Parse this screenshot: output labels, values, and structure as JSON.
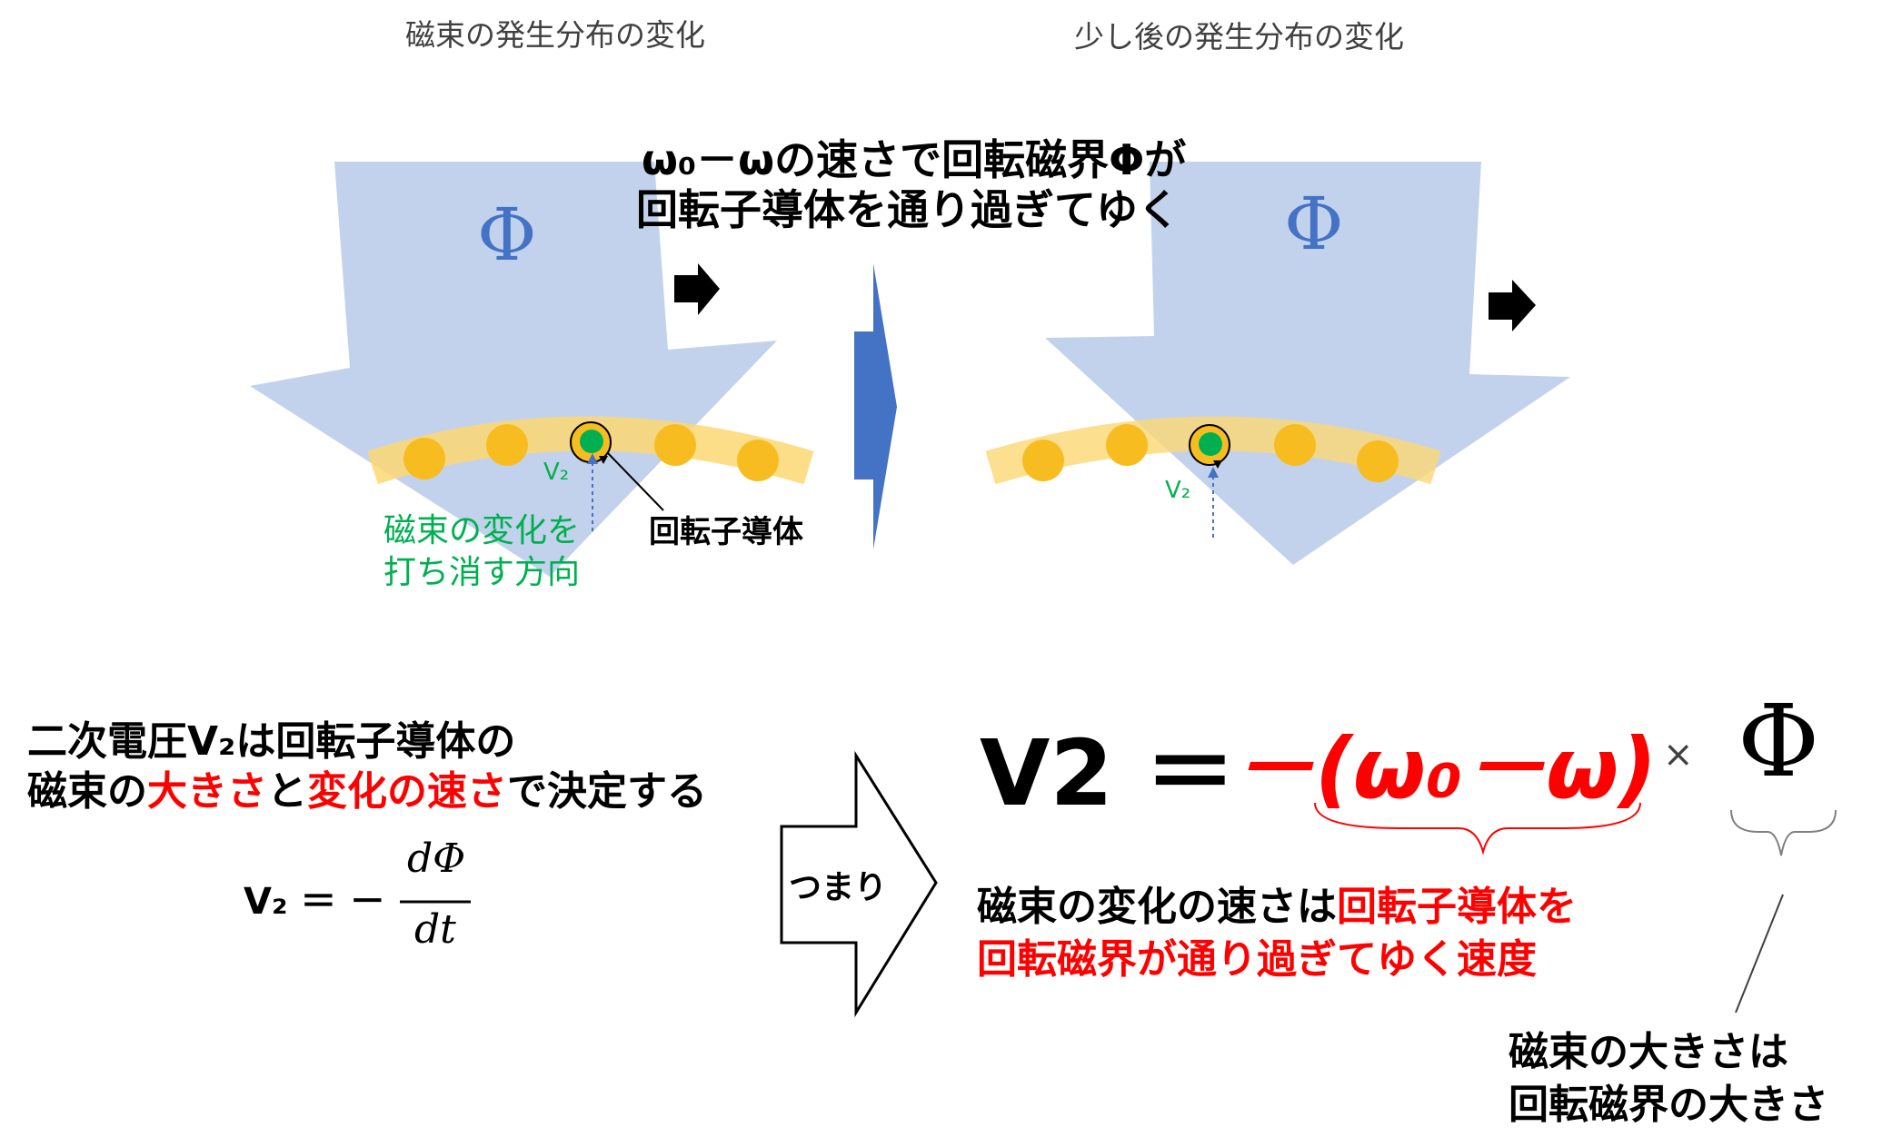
{
  "captions": {
    "left": "磁束の発生分布の変化",
    "right": "少し後の発生分布の変化"
  },
  "headline": {
    "line1": "ω₀－ωの速さで回転磁界Φが",
    "line2": "回転子導体を通り過ぎてゆく"
  },
  "symbols": {
    "phi": "Φ",
    "v2_small": "V₂"
  },
  "left_panel": {
    "direction_line1": "磁束の変化を",
    "direction_line2": "打ち消す方向",
    "conductor_label": "回転子導体"
  },
  "bottom_left": {
    "line1": "二次電圧V₂は回転子導体の",
    "line2_part1": "磁束の",
    "line2_part2": "大きさ",
    "line2_part3": "と",
    "line2_part4": "変化の速さ",
    "line2_part5": "で決定する",
    "formula_lhs": "V₂ ＝ －",
    "formula_num": "dΦ",
    "formula_den": "dt"
  },
  "arrow_label": "つまり",
  "big_formula": {
    "lhs": "V2 ＝",
    "rate": "－(ω₀－ω)",
    "times": "×",
    "phi": "Φ"
  },
  "explanation": {
    "line1_part1": "磁束の変化の速さは",
    "line1_part2": "回転子導体を",
    "line2": "回転磁界が通り過ぎてゆく速度"
  },
  "magnitude_note": {
    "line1": "磁束の大きさは",
    "line2": "回転磁界の大きさ"
  },
  "colors": {
    "flux_arrow": "#c3d2ec",
    "phi_text": "#4472c4",
    "band": "#fbd873",
    "dot": "#f7bd20",
    "conductor": "#00b050",
    "accent": "#ff0000",
    "transition_arrow": "#4472c4"
  }
}
